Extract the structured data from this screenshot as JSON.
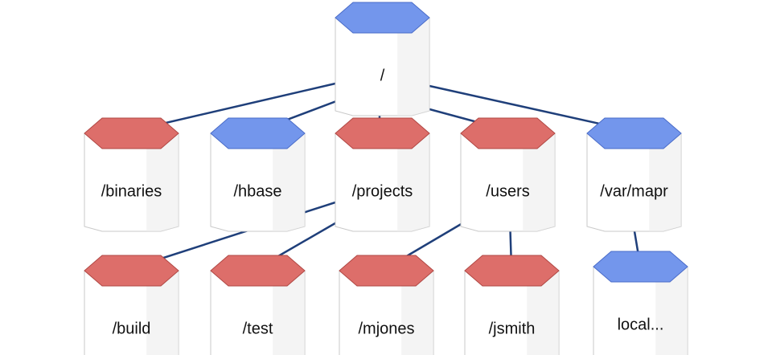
{
  "colors": {
    "red_top": "#dd6e6a",
    "red_top_edge": "#b04844",
    "blue_top": "#7396ec",
    "blue_top_edge": "#4a6cc8",
    "body_face": "#ffffff",
    "body_side": "#ededed",
    "edge_line": "#1f3f7a"
  },
  "nodes": [
    {
      "id": "root",
      "label": "/",
      "top_color": "blue"
    },
    {
      "id": "binaries",
      "label": "/binaries",
      "top_color": "red"
    },
    {
      "id": "hbase",
      "label": "/hbase",
      "top_color": "blue"
    },
    {
      "id": "projects",
      "label": "/projects",
      "top_color": "red"
    },
    {
      "id": "users",
      "label": "/users",
      "top_color": "red"
    },
    {
      "id": "varmapr",
      "label": "/var/mapr",
      "top_color": "blue"
    },
    {
      "id": "build",
      "label": "/build",
      "top_color": "red"
    },
    {
      "id": "test",
      "label": "/test",
      "top_color": "red"
    },
    {
      "id": "mjones",
      "label": "/mjones",
      "top_color": "red"
    },
    {
      "id": "jsmith",
      "label": "/jsmith",
      "top_color": "red"
    },
    {
      "id": "local",
      "label": "local...",
      "top_color": "blue"
    }
  ],
  "edges": [
    {
      "from": "root",
      "to": "binaries"
    },
    {
      "from": "root",
      "to": "hbase"
    },
    {
      "from": "root",
      "to": "projects"
    },
    {
      "from": "root",
      "to": "users"
    },
    {
      "from": "root",
      "to": "varmapr"
    },
    {
      "from": "projects",
      "to": "build"
    },
    {
      "from": "projects",
      "to": "test"
    },
    {
      "from": "users",
      "to": "mjones"
    },
    {
      "from": "users",
      "to": "jsmith"
    },
    {
      "from": "varmapr",
      "to": "local"
    }
  ]
}
